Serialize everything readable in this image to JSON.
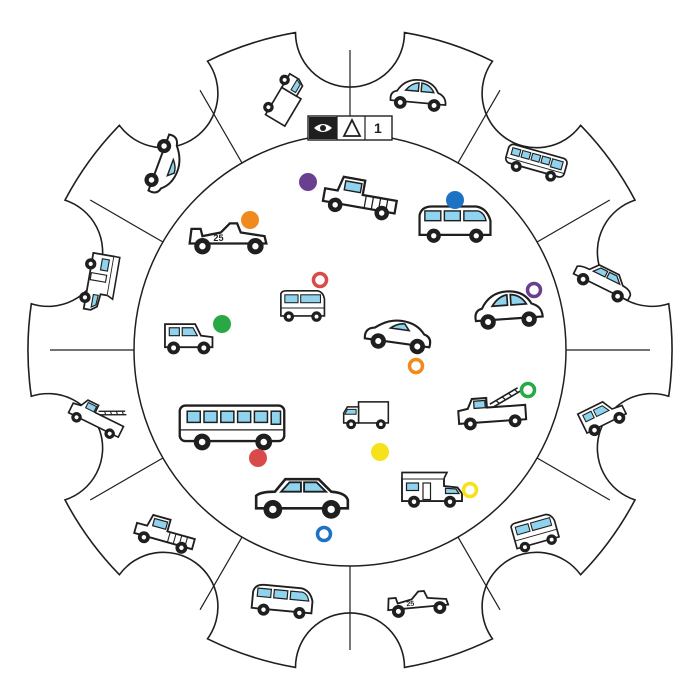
{
  "card": {
    "badge": {
      "eye_icon": "eye-with-hand-icon",
      "level_icon": "triangle-shape-icon",
      "number": "1"
    },
    "race_car_number": "25",
    "colors": {
      "outline": "#1f1f1f",
      "glass": "#8fd3ee",
      "purple": "#6b3f8f",
      "orange": "#f08a1c",
      "blue": "#1c73c4",
      "red": "#d94b4b",
      "green": "#2aa846",
      "yellow": "#f6e21a"
    },
    "outer_ring_vehicles": [
      "beetle-car",
      "minibus",
      "sedan",
      "suv",
      "van",
      "race-car",
      "minivan",
      "pickup-truck",
      "fire-truck",
      "camper",
      "convertible",
      "box-truck"
    ],
    "center_vehicles": [
      {
        "vehicle": "pickup-truck",
        "marker_color": "purple",
        "marker_style": "dot"
      },
      {
        "vehicle": "minivan",
        "marker_color": "blue",
        "marker_style": "dot"
      },
      {
        "vehicle": "race-car",
        "marker_color": "orange",
        "marker_style": "dot"
      },
      {
        "vehicle": "van",
        "marker_color": "red",
        "marker_style": "ring"
      },
      {
        "vehicle": "beetle-car",
        "marker_color": "purple",
        "marker_style": "ring"
      },
      {
        "vehicle": "suv",
        "marker_color": "green",
        "marker_style": "dot"
      },
      {
        "vehicle": "convertible",
        "marker_color": "orange",
        "marker_style": "ring"
      },
      {
        "vehicle": "fire-truck",
        "marker_color": "green",
        "marker_style": "ring"
      },
      {
        "vehicle": "box-truck",
        "marker_color": "yellow",
        "marker_style": "dot"
      },
      {
        "vehicle": "bus",
        "marker_color": "red",
        "marker_style": "dot"
      },
      {
        "vehicle": "sedan",
        "marker_color": "blue",
        "marker_style": "ring"
      },
      {
        "vehicle": "camper",
        "marker_color": "yellow",
        "marker_style": "ring"
      }
    ]
  }
}
